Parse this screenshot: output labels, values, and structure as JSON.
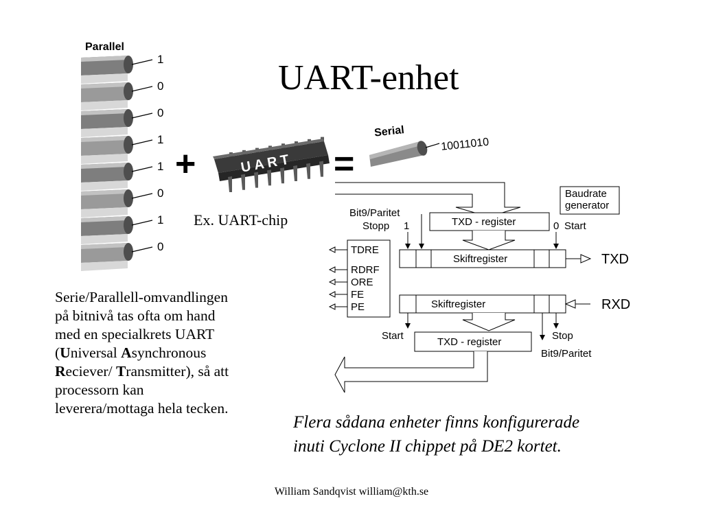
{
  "title": "UART-enhet",
  "parallel": {
    "label": "Parallel",
    "bits": [
      "1",
      "0",
      "0",
      "1",
      "1",
      "0",
      "1",
      "0"
    ]
  },
  "operators": {
    "plus": "+",
    "equals": "="
  },
  "chip": {
    "label": "UART",
    "caption": "Ex. UART-chip"
  },
  "serial": {
    "label": "Serial",
    "bits": "10011010"
  },
  "block_diagram": {
    "baudrate": [
      "Baudrate",
      "generator"
    ],
    "tx_labels": {
      "bit9_paritet": "Bit9/Paritet",
      "stopp": "Stopp",
      "one": "1",
      "zero": "0",
      "start": "Start"
    },
    "txd_register_top": "TXD - register",
    "skiftregister_top": "Skiftregister",
    "txd_pin": "TXD",
    "rxd_pin": "RXD",
    "skiftregister_bottom": "Skiftregister",
    "rx_labels": {
      "start": "Start",
      "stop": "Stop",
      "bit9_paritet": "Bit9/Paritet"
    },
    "txd_register_bottom": "TXD - register",
    "flags": [
      "TDRE",
      "RDRF",
      "ORE",
      "FE",
      "PE"
    ]
  },
  "body": {
    "line1": "Serie/Parallell-omvandlingen",
    "line2": "på bitnivå tas ofta om hand",
    "line3": "med en specialkrets UART",
    "u": "U",
    "u_rest": "niversal ",
    "a": "A",
    "a_rest": "synchronous",
    "r": "R",
    "r_rest": "eciever/ ",
    "t": "T",
    "t_rest": "ransmitter), så att",
    "line6": "processorn kan",
    "line7": "leverera/mottaga hela tecken."
  },
  "note": {
    "line1": "Flera sådana enheter finns konfigurerade",
    "line2": "inuti Cyclone II chippet på DE2 kortet."
  },
  "footer": "William Sandqvist  william@kth.se",
  "colors": {
    "wire": "#8a8a8a",
    "wire_dark": "#4e4e4e",
    "chip": "#3a3a3a",
    "line": "#000000"
  }
}
